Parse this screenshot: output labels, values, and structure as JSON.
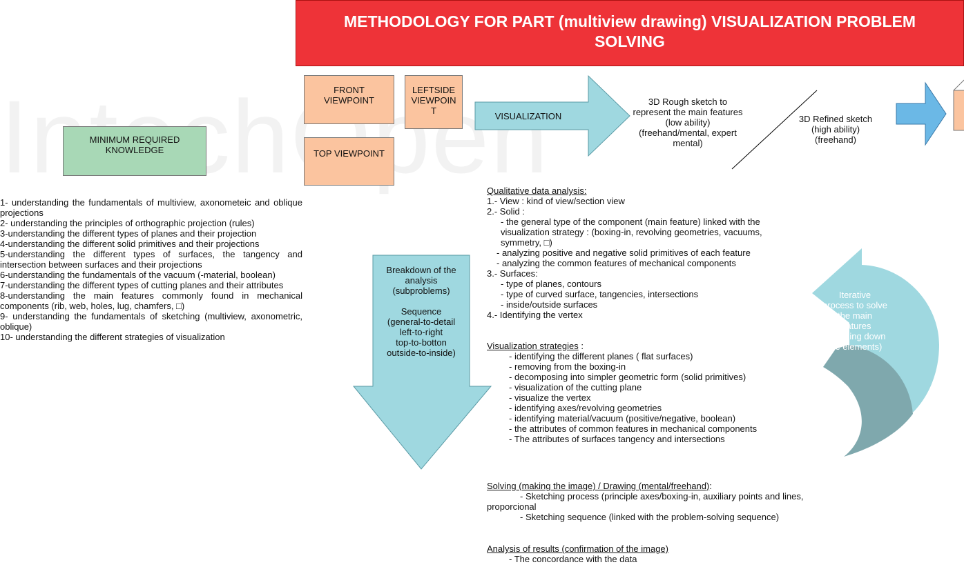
{
  "title": {
    "line1": "METHODOLOGY FOR PART (multiview drawing) VISUALIZATION PROBLEM",
    "line2": "SOLVING"
  },
  "watermark": "IntechOpen",
  "viewpoints": {
    "front": "FRONT VIEWPOINT",
    "left": "LEFTSIDE VIEWPOIN T",
    "top": "TOP VIEWPOINT"
  },
  "visualization_arrow": "VISUALIZATION",
  "rough_sketch": [
    "3D Rough sketch to",
    "represent the main features",
    "(low ability)",
    "(freehand/mental, expert",
    "mental)"
  ],
  "refined_sketch": [
    "3D Refined sketch",
    "(high ability)",
    "(freehand)"
  ],
  "min_knowledge": {
    "title": "MINIMUM REQUIRED KNOWLEDGE",
    "items": [
      "1- understanding the fundamentals of multiview, axonometeic and oblique projections",
      "2- understanding the principles of orthographic projection (rules)",
      "3-understanding the different types of planes and their projection",
      "4-understanding the different solid primitives and their projections",
      "5-understanding the different types of surfaces, the tangency and intersection between surfaces and their projections",
      "6-understanding the fundamentals of the vacuum (-material, boolean)",
      "7-understanding the different types of cutting planes and their attributes",
      "8-understanding the main features commonly found in mechanical components (rib, web, holes, lug, chamfers, □)",
      "9- understanding the fundamentals of sketching (multiview, axonometric, oblique)",
      "10- understanding the different strategies of visualization"
    ]
  },
  "breakdown_arrow": [
    "Breakdown of the",
    "analysis",
    "(subproblems)",
    "",
    "Sequence",
    "(general-to-detail",
    "left-to-right",
    "top-to-botton",
    "outside-to-inside)"
  ],
  "iterative": [
    "Iterative",
    "process to solve",
    "the main",
    "features",
    "(breaking down",
    "the elements)"
  ],
  "qualitative": {
    "heading": "Qualitative data analysis:",
    "lines": [
      "1.- View : kind of view/section view",
      "2.- Solid :",
      "    - the general type of the component (main feature) linked with the",
      "    visualization strategy :   (boxing-in, revolving geometries, vacuums,",
      "    symmetry, □)",
      "   - analyzing positive and negative solid primitives of each feature",
      "   - analyzing the common features of mechanical components",
      "3.- Surfaces:",
      "    - type of planes, contours",
      "    - type of curved surface, tangencies, intersections",
      "    - inside/outside surfaces",
      "4.- Identifying the vertex"
    ]
  },
  "strategies": {
    "heading": "Visualization strategies",
    "heading_suffix": " :",
    "lines": [
      "- identifying the different planes ( flat surfaces)",
      "- removing from the boxing-in",
      "- decomposing into simpler geometric form (solid primitives)",
      "- visualization of the cutting plane",
      "- visualize the vertex",
      "- identifying axes/revolving geometries",
      "- identifying material/vacuum (positive/negative, boolean)",
      "- the attributes of common features in mechanical components",
      "- The attributes of surfaces tangency and intersections"
    ]
  },
  "solving": {
    "heading": "Solving (making the image) / Drawing (mental/freehand)",
    "heading_suffix": ":",
    "lines": [
      "- Sketching process (principle axes/boxing-in, auxiliary points and lines,",
      "proporcional",
      "- Sketching sequence (linked with the problem-solving sequence)"
    ]
  },
  "analysis": {
    "heading": "Analysis of results (confirmation of the image)",
    "lines": [
      "- The concordance with the data"
    ]
  },
  "colors": {
    "title_bg": "#ee3338",
    "viewpoint_bg": "#fbc49f",
    "knowledge_bg": "#a8d8b6",
    "arrow_cyan": "#9fd8e0",
    "arrow_blue": "#6bb8e6",
    "iterative_dark": "#7fa8ad"
  }
}
